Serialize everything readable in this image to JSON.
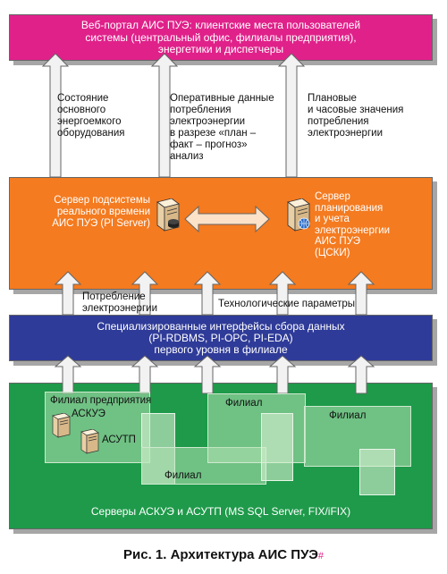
{
  "portal": {
    "line1": "Веб-портал АИС ПУЭ: клиентские места пользователей",
    "line2": "системы (центральный офис, филиалы предприятия),",
    "line3": "энергетики и диспетчеры"
  },
  "flows_up": {
    "left": [
      "Состояние",
      "основного",
      "энергоемкого",
      "оборудования"
    ],
    "middle": [
      "Оперативные данные",
      "потребления",
      "электроэнергии",
      "в разрезе «план –",
      "факт – прогноз»",
      "анализ"
    ],
    "right": [
      "Плановые",
      "и часовые значения",
      "потребления",
      "электроэнергии"
    ]
  },
  "server_layer": {
    "left_server": [
      "Сервер подсистемы",
      "реального времени",
      "АИС ПУЭ (PI Server)"
    ],
    "right_server": [
      "Сервер",
      "планирования",
      "и учета",
      "электроэнергии",
      "АИС ПУЭ",
      "(ЦСКИ)"
    ]
  },
  "flows_mid": {
    "consumption": [
      "Потребление",
      "электроэнергии"
    ],
    "tech_params": "Технологические параметры"
  },
  "interfaces": {
    "line1": "Специализированные интерфейсы сбора данных",
    "line2": "(PI-RDBMS, PI-OPC, PI-EDA)",
    "line3": "первого уровня в филиале"
  },
  "branches": {
    "main_branch": "Филиал предприятия",
    "askue": "АСКУЭ",
    "asutp": "АСУТП",
    "branch_label": "Филиал",
    "footer": "Серверы АСКУЭ и АСУТП (MS SQL Server, FIX/iFIX)"
  },
  "caption": {
    "text": "Рис. 1. Архитектура АИС ПУЭ",
    "mark": "#"
  },
  "colors": {
    "portal": "#e0218a",
    "orange": "#f47b20",
    "blue": "#2f3b98",
    "green": "#1e9a4a",
    "arrow_fill": "#f2f2f2"
  }
}
